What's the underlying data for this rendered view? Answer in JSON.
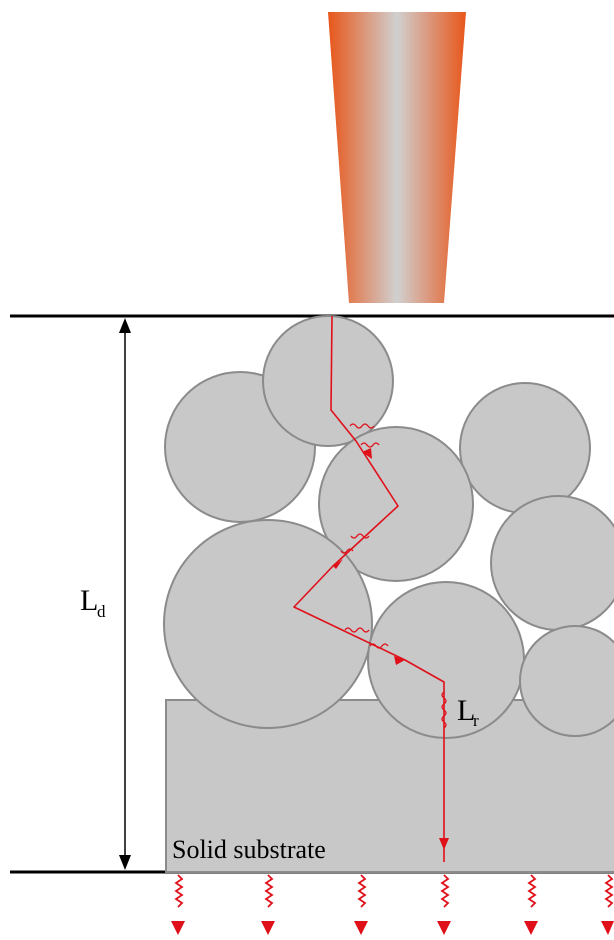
{
  "labels": {
    "ld_main": "L",
    "ld_sub": "d",
    "lr_main": "L",
    "lr_sub": "r",
    "substrate": "Solid substrate"
  },
  "colors": {
    "particle_fill": "#c8c8c8",
    "particle_stroke": "#8b8b8b",
    "beam_edge": "#e85a1c",
    "beam_center": "#d1d1d1",
    "ray": "#e0101a"
  },
  "icons": {
    "beam": "laser-beam-icon",
    "arrow": "downward-wave-arrow-icon"
  }
}
